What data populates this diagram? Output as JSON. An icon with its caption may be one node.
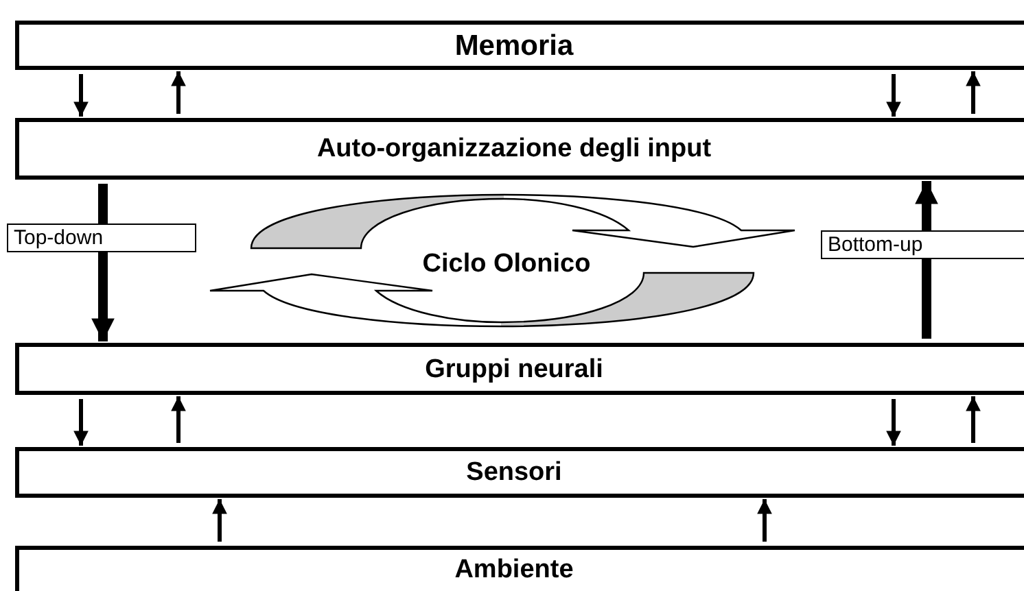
{
  "diagram": {
    "nodes": [
      {
        "text": [
          "Memoria"
        ]
      },
      {
        "text": [
          "Auto-organizzazione degli input"
        ]
      },
      {
        "text": [
          "Gruppi neurali"
        ]
      },
      {
        "text": [
          "Sensori"
        ]
      },
      {
        "text": [
          "Ambiente"
        ]
      }
    ],
    "edges": [
      {
        "from": 0,
        "to": 1,
        "arrow": "to"
      },
      {
        "from": 1,
        "to": 0,
        "arrow": "to"
      },
      {
        "from": 0,
        "to": 1,
        "arrow": "to"
      },
      {
        "from": 1,
        "to": 0,
        "arrow": "to"
      },
      {
        "from": 1,
        "to": 2,
        "arrow": "to",
        "label": "Top-down",
        "style": "thick"
      },
      {
        "from": 2,
        "to": 1,
        "arrow": "to",
        "label": "Bottom-up",
        "style": "thick"
      },
      {
        "from": 2,
        "to": 3,
        "arrow": "to"
      },
      {
        "from": 3,
        "to": 2,
        "arrow": "to"
      },
      {
        "from": 2,
        "to": 3,
        "arrow": "to"
      },
      {
        "from": 3,
        "to": 2,
        "arrow": "to"
      },
      {
        "from": 4,
        "to": 3,
        "arrow": "to"
      },
      {
        "from": 4,
        "to": 3,
        "arrow": "to"
      }
    ],
    "labels": [
      "Ciclo Olonico"
    ]
  }
}
